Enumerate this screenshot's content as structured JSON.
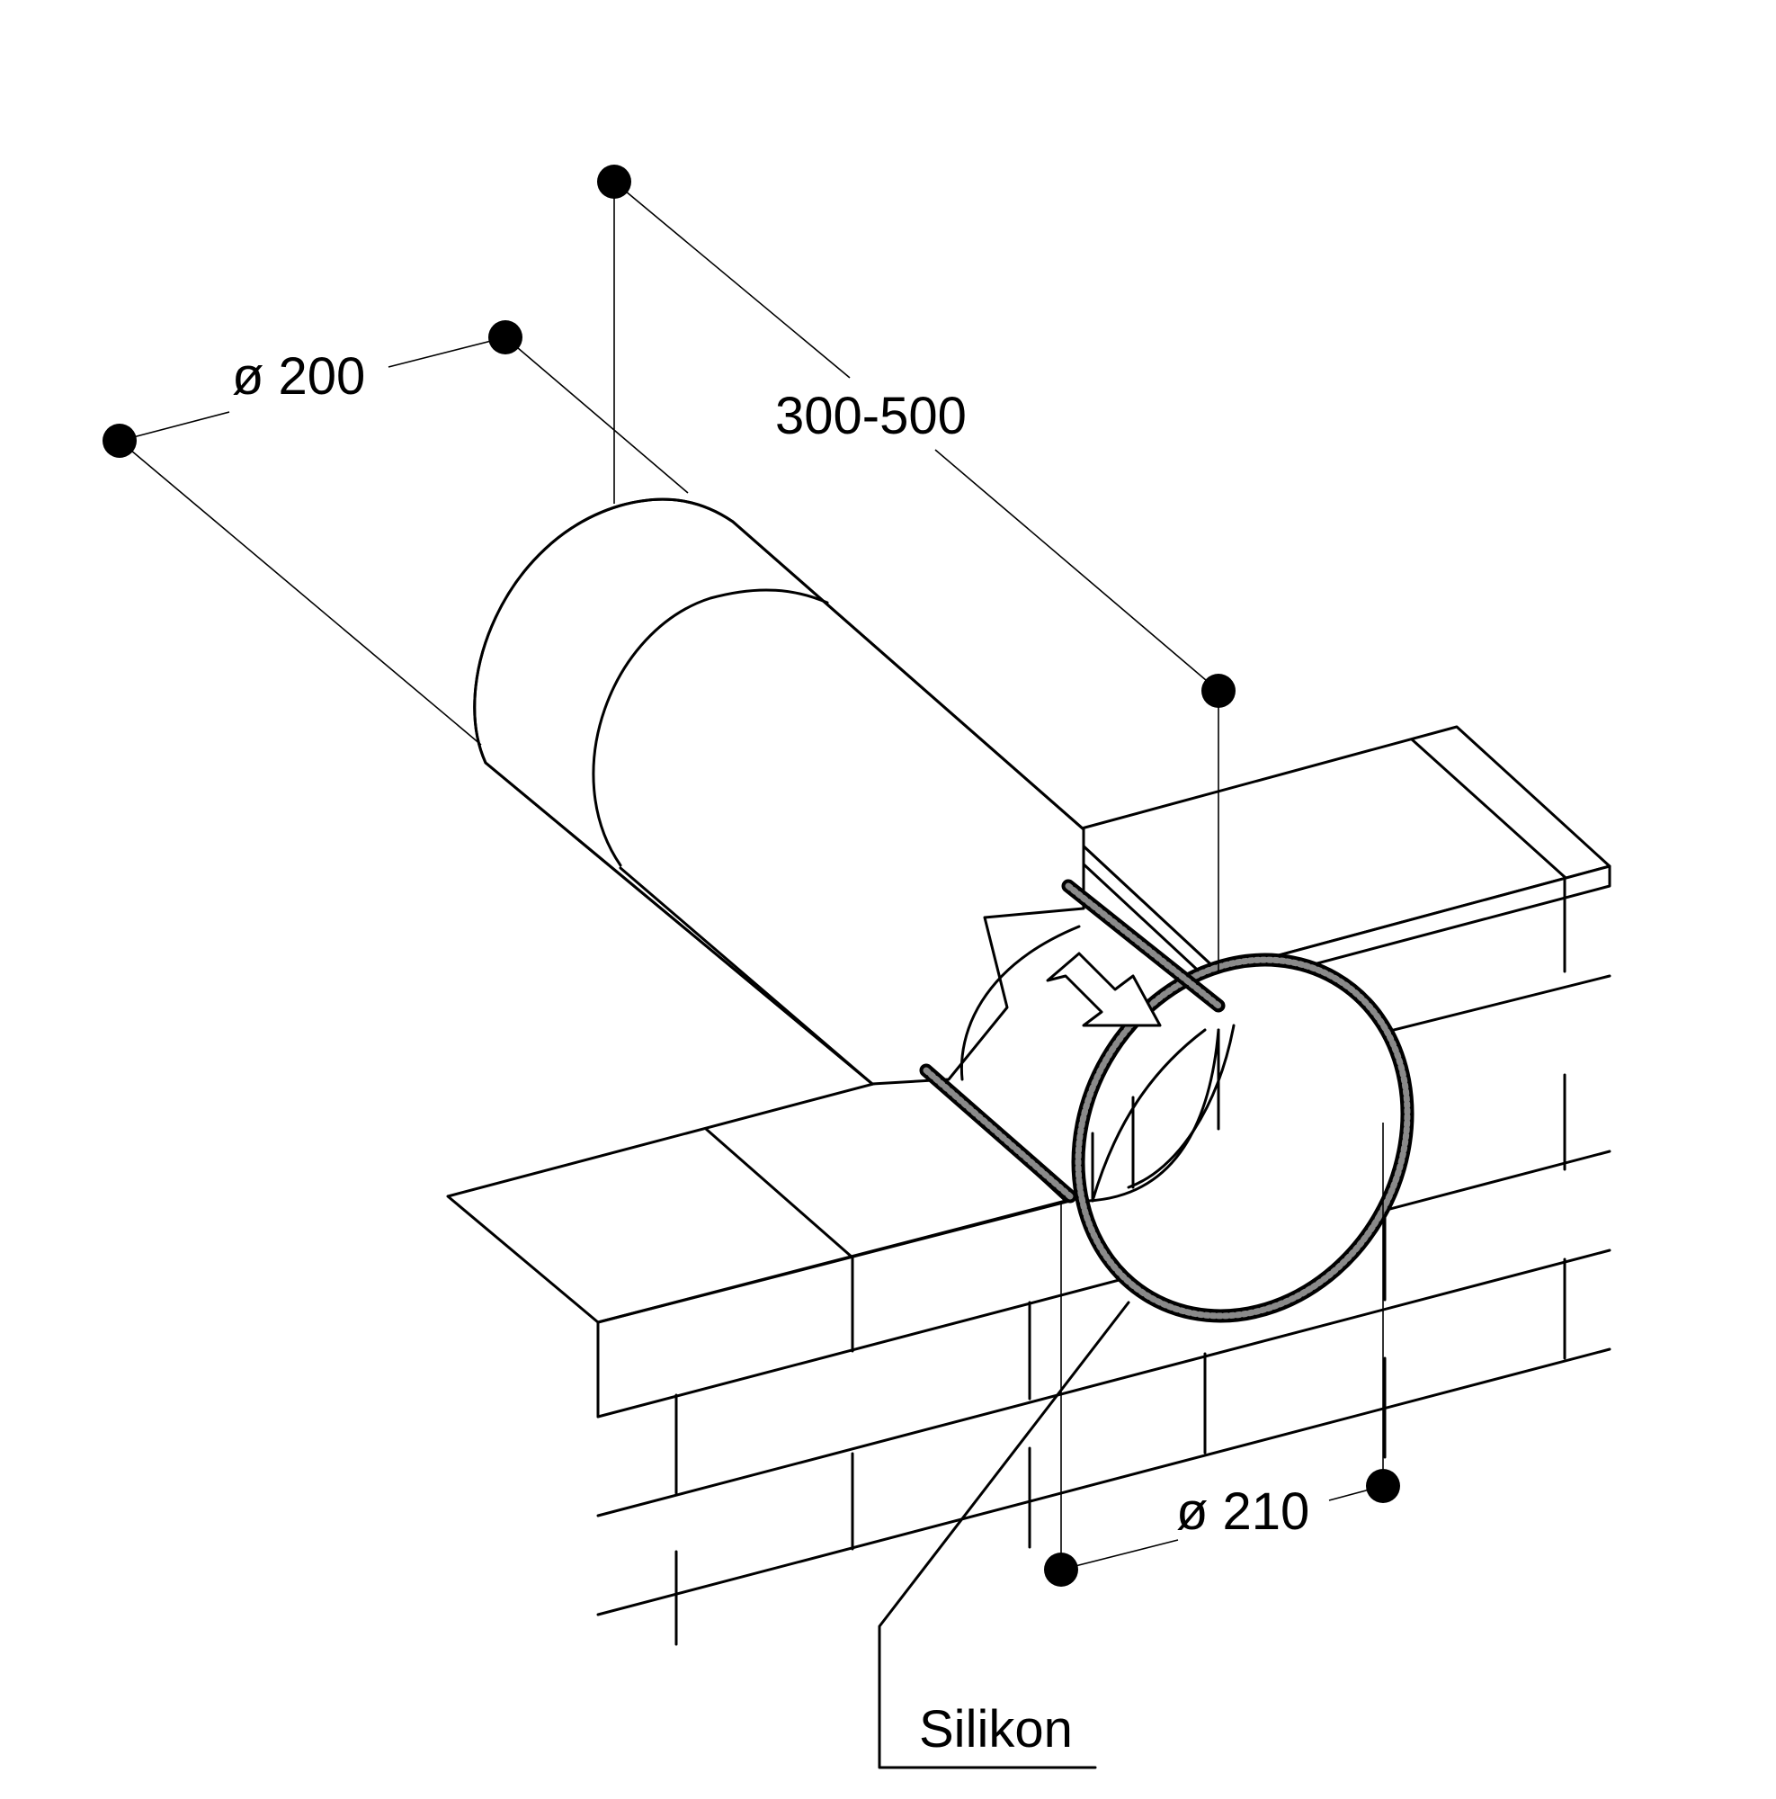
{
  "labels": {
    "pipe_diameter": "ø 200",
    "pipe_length": "300-500",
    "opening_diameter": "ø 210",
    "sealant": "Silikon"
  },
  "colors": {
    "line": "#000000",
    "sealant": "#8a8a8a",
    "background": "#ffffff"
  }
}
